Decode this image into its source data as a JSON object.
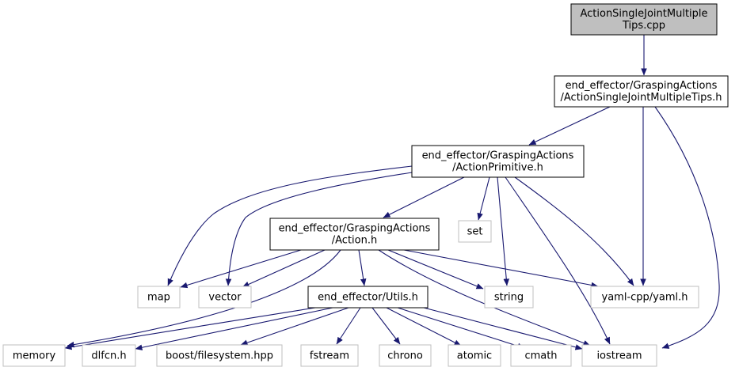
{
  "colors": {
    "edge": "#191970",
    "root_fill": "#bfbfbf",
    "documented_border": "#000000",
    "external_border": "#bfbfbf",
    "external_text": "#404040"
  },
  "nodes": [
    {
      "id": "n_root",
      "lines": [
        "ActionSingleJointMultiple",
        "Tips.cpp"
      ],
      "kind": "root"
    },
    {
      "id": "n_asjmt",
      "lines": [
        "end_effector/GraspingActions",
        "/ActionSingleJointMultipleTips.h"
      ],
      "kind": "documented"
    },
    {
      "id": "n_prim",
      "lines": [
        "end_effector/GraspingActions",
        "/ActionPrimitive.h"
      ],
      "kind": "documented"
    },
    {
      "id": "n_action",
      "lines": [
        "end_effector/GraspingActions",
        "/Action.h"
      ],
      "kind": "documented"
    },
    {
      "id": "n_set",
      "lines": [
        "set"
      ],
      "kind": "external"
    },
    {
      "id": "n_map",
      "lines": [
        "map"
      ],
      "kind": "external"
    },
    {
      "id": "n_vector",
      "lines": [
        "vector"
      ],
      "kind": "external"
    },
    {
      "id": "n_utils",
      "lines": [
        "end_effector/Utils.h"
      ],
      "kind": "documented"
    },
    {
      "id": "n_string",
      "lines": [
        "string"
      ],
      "kind": "external"
    },
    {
      "id": "n_yaml",
      "lines": [
        "yaml-cpp/yaml.h"
      ],
      "kind": "external"
    },
    {
      "id": "n_memory",
      "lines": [
        "memory"
      ],
      "kind": "external"
    },
    {
      "id": "n_dlfcn",
      "lines": [
        "dlfcn.h"
      ],
      "kind": "external"
    },
    {
      "id": "n_boostfs",
      "lines": [
        "boost/filesystem.hpp"
      ],
      "kind": "external"
    },
    {
      "id": "n_fstream",
      "lines": [
        "fstream"
      ],
      "kind": "external"
    },
    {
      "id": "n_chrono",
      "lines": [
        "chrono"
      ],
      "kind": "external"
    },
    {
      "id": "n_atomic",
      "lines": [
        "atomic"
      ],
      "kind": "external"
    },
    {
      "id": "n_cmath",
      "lines": [
        "cmath"
      ],
      "kind": "external"
    },
    {
      "id": "n_iostream",
      "lines": [
        "iostream"
      ],
      "kind": "external"
    }
  ],
  "edges": [
    {
      "from": "n_root",
      "to": "n_asjmt"
    },
    {
      "from": "n_asjmt",
      "to": "n_prim"
    },
    {
      "from": "n_asjmt",
      "to": "n_yaml"
    },
    {
      "from": "n_asjmt",
      "to": "n_iostream"
    },
    {
      "from": "n_prim",
      "to": "n_map"
    },
    {
      "from": "n_prim",
      "to": "n_vector"
    },
    {
      "from": "n_prim",
      "to": "n_action"
    },
    {
      "from": "n_prim",
      "to": "n_set"
    },
    {
      "from": "n_prim",
      "to": "n_string"
    },
    {
      "from": "n_prim",
      "to": "n_yaml"
    },
    {
      "from": "n_prim",
      "to": "n_iostream"
    },
    {
      "from": "n_action",
      "to": "n_map"
    },
    {
      "from": "n_action",
      "to": "n_vector"
    },
    {
      "from": "n_action",
      "to": "n_memory"
    },
    {
      "from": "n_action",
      "to": "n_utils"
    },
    {
      "from": "n_action",
      "to": "n_string"
    },
    {
      "from": "n_action",
      "to": "n_yaml"
    },
    {
      "from": "n_action",
      "to": "n_iostream"
    },
    {
      "from": "n_utils",
      "to": "n_memory"
    },
    {
      "from": "n_utils",
      "to": "n_dlfcn"
    },
    {
      "from": "n_utils",
      "to": "n_boostfs"
    },
    {
      "from": "n_utils",
      "to": "n_fstream"
    },
    {
      "from": "n_utils",
      "to": "n_chrono"
    },
    {
      "from": "n_utils",
      "to": "n_atomic"
    },
    {
      "from": "n_utils",
      "to": "n_cmath"
    },
    {
      "from": "n_utils",
      "to": "n_iostream"
    }
  ]
}
